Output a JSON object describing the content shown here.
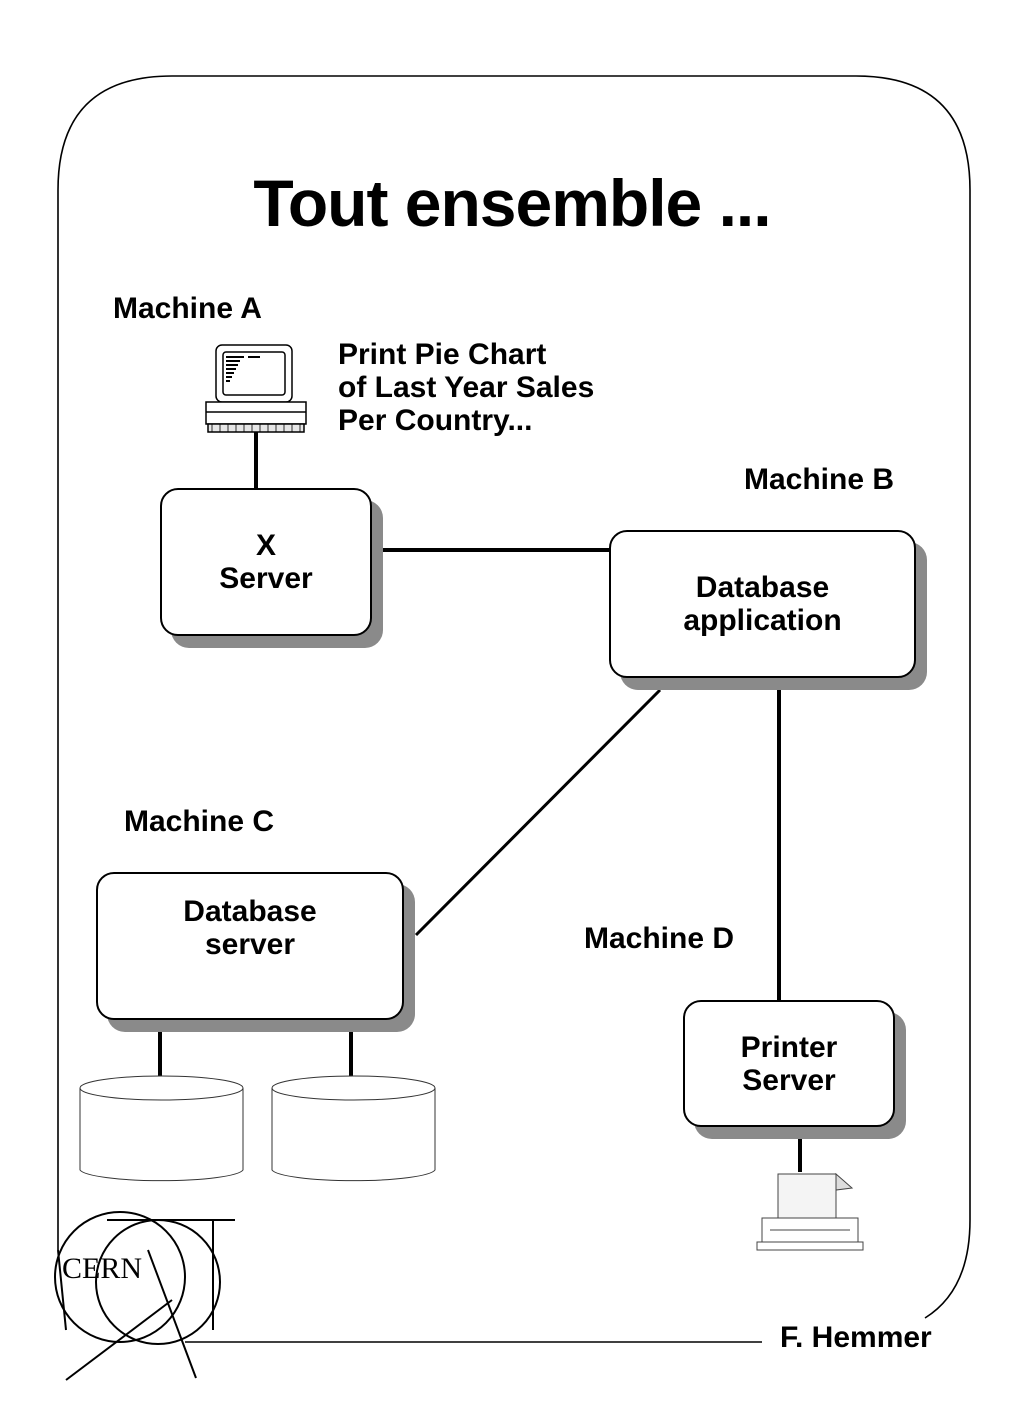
{
  "title": "Tout ensemble ...",
  "machines": {
    "a": {
      "label": "Machine A"
    },
    "b": {
      "label": "Machine B"
    },
    "c": {
      "label": "Machine C"
    },
    "d": {
      "label": "Machine D"
    }
  },
  "note": {
    "line1": "Print Pie Chart",
    "line2": "of Last Year Sales",
    "line3": "Per Country..."
  },
  "boxes": {
    "x_server": {
      "line1": "X",
      "line2": "Server"
    },
    "database_application": {
      "line1": "Database",
      "line2": "application"
    },
    "database_server": {
      "line1": "Database",
      "line2": "server"
    },
    "printer_server": {
      "line1": "Printer",
      "line2": "Server"
    }
  },
  "logo": {
    "text": "CERN"
  },
  "author": "F. Hemmer",
  "icons": {
    "workstation": "computer-terminal-icon",
    "disk1": "disk-cylinder-icon",
    "disk2": "disk-cylinder-icon",
    "printer": "printer-icon"
  },
  "colors": {
    "line": "#000000",
    "shadow": "#8a8a8a"
  }
}
